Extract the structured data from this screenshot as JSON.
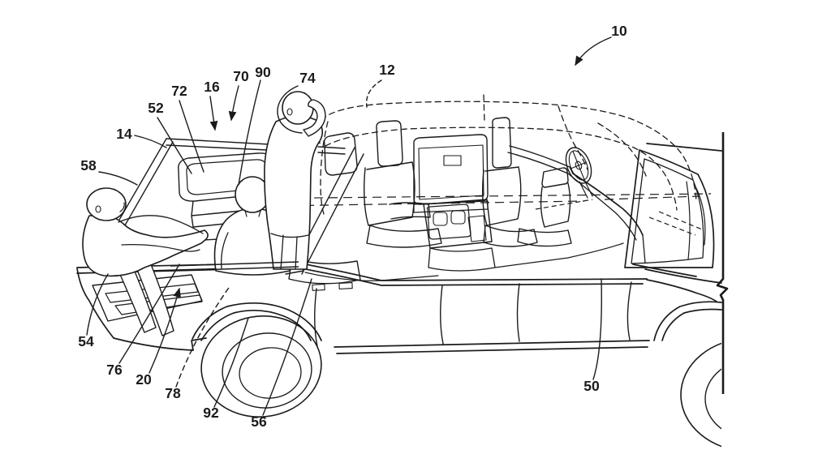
{
  "page": {
    "background": "#ffffff",
    "line_color": "#1b1b1b",
    "description": "Patent line drawing of a pickup-style vehicle with open cabin, occupants, rear cargo seating and roof shown in dashed lines"
  },
  "figure": {
    "labels": [
      {
        "text": "10"
      },
      {
        "text": "12"
      },
      {
        "text": "74"
      },
      {
        "text": "90"
      },
      {
        "text": "70"
      },
      {
        "text": "16"
      },
      {
        "text": "72"
      },
      {
        "text": "52"
      },
      {
        "text": "14"
      },
      {
        "text": "58"
      },
      {
        "text": "54"
      },
      {
        "text": "76"
      },
      {
        "text": "20"
      },
      {
        "text": "78"
      },
      {
        "text": "92"
      },
      {
        "text": "56"
      },
      {
        "text": "50"
      }
    ]
  }
}
